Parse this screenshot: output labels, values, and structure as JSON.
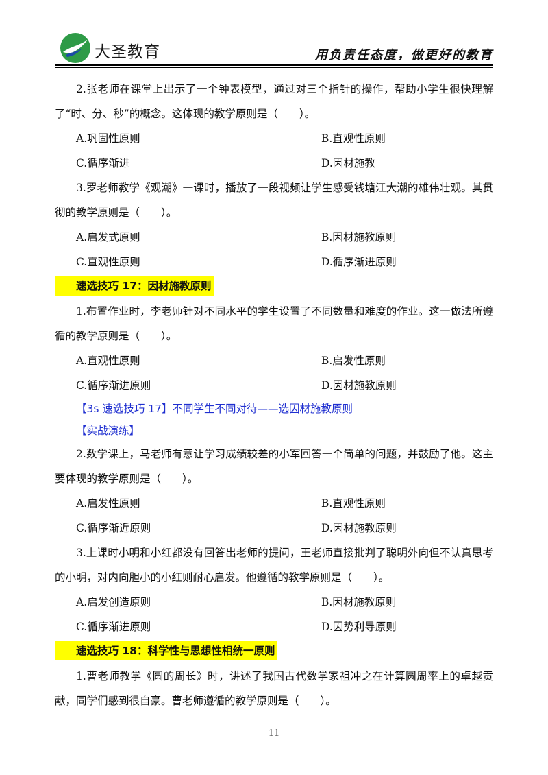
{
  "header": {
    "brand": "大圣教育",
    "slogan": "用负责任态度，做更好的教育",
    "colors": {
      "logo_green": "#2e9b47",
      "logo_blue": "#1c4aa8",
      "highlight": "#ffff00",
      "blue_text": "#1f2fd0"
    }
  },
  "q2_text": "2.张老师在课堂上出示了一个钟表模型，通过对三个指针的操作，帮助小学生很快理解了“时、分、秒”的概念。这体现的教学原则是（　　）。",
  "q2_options": [
    "A.巩固性原则",
    "B.直观性原则",
    "C.循序渐进",
    "D.因材施教"
  ],
  "q3_text": "3.罗老师教学《观潮》一课时，播放了一段视频让学生感受钱塘江大潮的雄伟壮观。其贯彻的教学原则是（　　）。",
  "q3_options": [
    "A.启发式原则",
    "B.因材施教原则",
    "C.直观性原则",
    "D.循序渐进原则"
  ],
  "tip17": "速选技巧 17：因材施教原则",
  "t17_q1_text": "1.布置作业时，李老师针对不同水平的学生设置了不同数量和难度的作业。这一做法所遵循的教学原则是（　　）。",
  "t17_q1_options": [
    "A.直观性原则",
    "B.启发性原则",
    "C.循序渐进原则",
    "D.因材施教原则"
  ],
  "tip17_3s": "【3s 速选技巧 17】不同学生不同对待——选因材施教原则",
  "practice": "【实战演练】",
  "t17_q2_text": "2.数学课上，马老师有意让学习成绩较差的小军回答一个简单的问题，并鼓励了他。这主要体现的教学原则是（　　）。",
  "t17_q2_options": [
    "A.启发性原则",
    "B.直观性原则",
    "C.循序渐近原则",
    "D.因材施教原则"
  ],
  "t17_q3_text": "3.上课时小明和小红都没有回答出老师的提问，王老师直接批判了聪明外向但不认真思考的小明，对内向胆小的小红则耐心启发。他遵循的教学原则是（　　）。",
  "t17_q3_options": [
    "A.启发创造原则",
    "B.因材施教原则",
    "C.循序渐进原则",
    "D.因势利导原则"
  ],
  "tip18": "速选技巧 18：科学性与思想性相统一原则",
  "t18_q1_text": "1.曹老师教学《圆的周长》时，讲述了我国古代数学家祖冲之在计算圆周率上的卓越贡献，同学们感到很自豪。曹老师遵循的教学原则是（　　）。",
  "page_number": "11"
}
